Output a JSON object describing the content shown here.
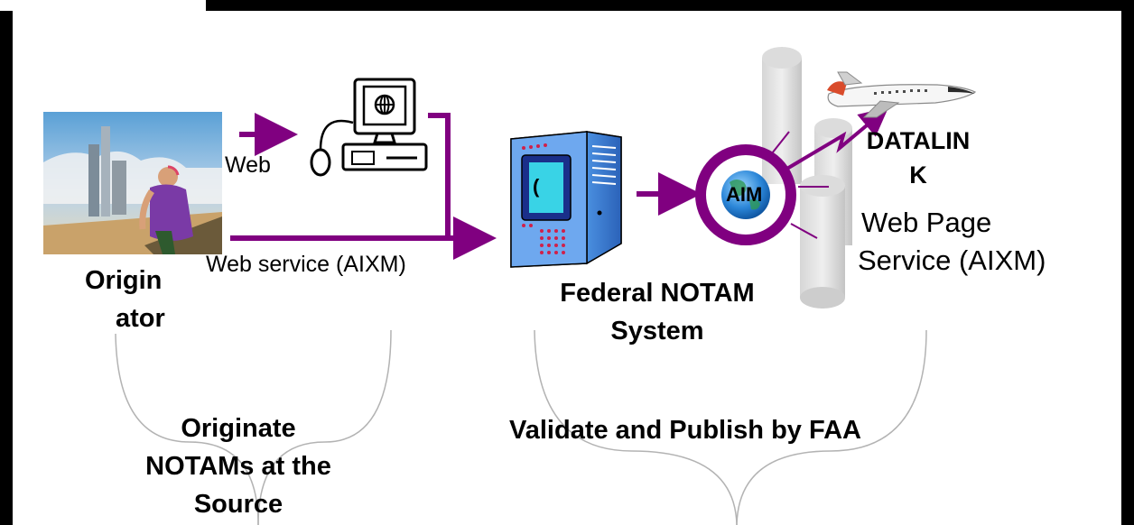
{
  "labels": {
    "web": "Web",
    "web_service": "Web service (AIXM)",
    "originator_line1": "Origin",
    "originator_line2": "ator",
    "fns_line1": "Federal NOTAM",
    "fns_line2": "System",
    "aim": "AIM",
    "datalink_line1": "DATALIN",
    "datalink_line2": "K",
    "web_page": "Web Page",
    "service_aixm": "Service (AIXM)",
    "originate_line1": "Originate",
    "originate_line2": "NOTAMs at the",
    "originate_line3": "Source",
    "validate_publish": "Validate and Publish by FAA"
  },
  "colors": {
    "connector": "#800080",
    "background": "#ffffff",
    "frame": "#000000",
    "brace": "#b3b3b3"
  },
  "icons": [
    "computer-icon",
    "server-icon",
    "aim-globe-icon",
    "airplane-icon",
    "originator-illustration",
    "datalink-cylinders"
  ]
}
